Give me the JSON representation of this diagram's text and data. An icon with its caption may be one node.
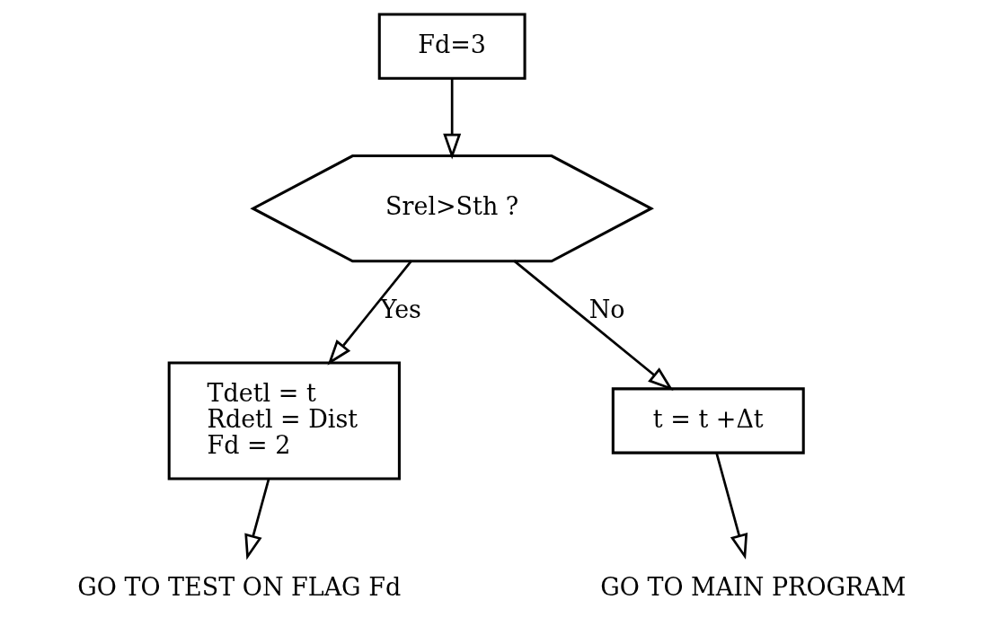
{
  "diagram": {
    "nodes": [
      {
        "text": [
          "Fd=3"
        ]
      },
      {
        "text": [
          "Srel>Sth ?"
        ]
      },
      {
        "text": [
          "Tdetl = t",
          "Rdetl = Dist",
          "Fd = 2"
        ]
      },
      {
        "text": [
          "t = t +Δt"
        ]
      },
      {
        "text": [
          "GO TO TEST ON FLAG Fd"
        ]
      },
      {
        "text": [
          "GO TO MAIN PROGRAM"
        ]
      }
    ],
    "edges": [
      {
        "from": 0,
        "to": 1,
        "arrow": "to"
      },
      {
        "from": 1,
        "to": 2,
        "arrow": "to",
        "label": "Yes"
      },
      {
        "from": 1,
        "to": 3,
        "arrow": "to",
        "label": "No"
      },
      {
        "from": 2,
        "to": 4,
        "arrow": "to"
      },
      {
        "from": 3,
        "to": 5,
        "arrow": "to"
      }
    ]
  }
}
